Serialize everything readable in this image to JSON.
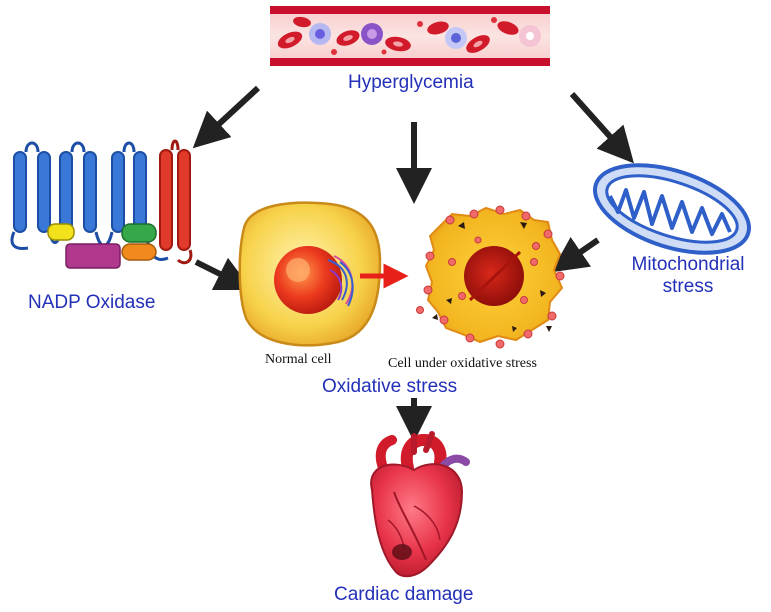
{
  "labels": {
    "hyperglycemia": "Hyperglycemia",
    "nadp_oxidase": "NADP Oxidase",
    "mitochondrial_line1": "Mitochondrial",
    "mitochondrial_line2": "stress",
    "normal_cell": "Normal cell",
    "cell_under_stress": "Cell under oxidative stress",
    "oxidative_stress": "Oxidative stress",
    "cardiac_damage": "Cardiac damage"
  },
  "icons": {
    "vessel": "blood-vessel-icon",
    "nadph": "nadph-oxidase-complex-icon",
    "mitochondrion": "mitochondrion-icon",
    "normal_cell": "normal-cell-icon",
    "stressed_cell": "stressed-cell-icon",
    "heart": "heart-icon"
  },
  "colors": {
    "label_blue": "#2330b8",
    "arrow_dark": "#222222",
    "arrow_red": "#e8201a",
    "vessel_red": "#c8102e",
    "membrane_blue": "#3a78d8",
    "cell_yellow": "#f7d24a",
    "mito_blue": "#3c6fd8"
  }
}
